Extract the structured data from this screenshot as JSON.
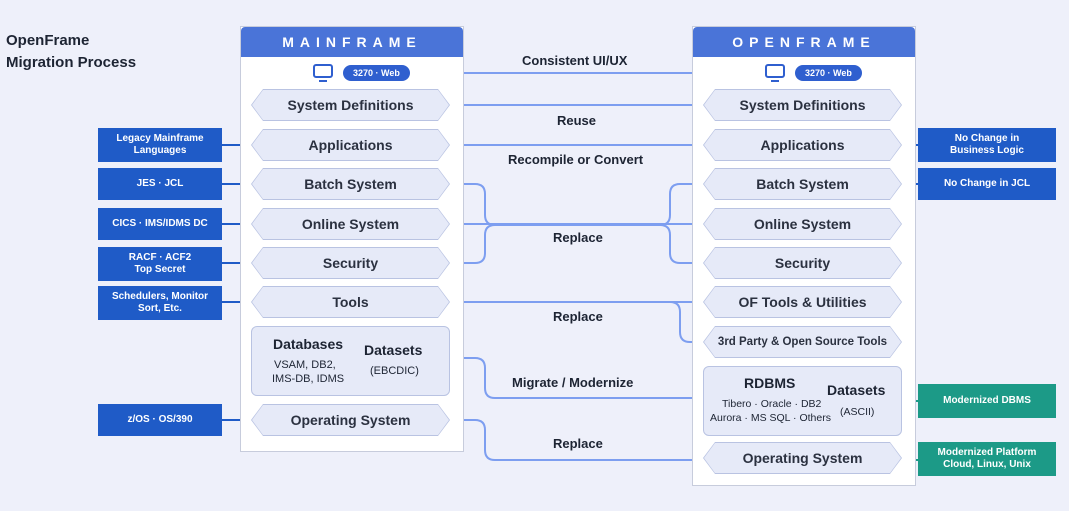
{
  "title": {
    "line1": "OpenFrame",
    "line2": "Migration Process"
  },
  "mainframe": {
    "header": "MAINFRAME",
    "web": "3270 · Web",
    "items": [
      "System Definitions",
      "Applications",
      "Batch System",
      "Online System",
      "Security",
      "Tools"
    ],
    "db": {
      "title": "Databases",
      "sub1": "VSAM, DB2,",
      "sub2": "IMS-DB, IDMS",
      "datasets": "Datasets",
      "enc": "(EBCDIC)"
    },
    "os": "Operating System"
  },
  "openframe": {
    "header": "OPENFRAME",
    "web": "3270 · Web",
    "items": [
      "System Definitions",
      "Applications",
      "Batch System",
      "Online System",
      "Security",
      "OF Tools & Utilities",
      "3rd Party & Open Source Tools"
    ],
    "db": {
      "title": "RDBMS",
      "sub1": "Tibero · Oracle · DB2",
      "sub2": "Aurora · MS SQL · Others",
      "datasets": "Datasets",
      "enc": "(ASCII)"
    },
    "os": "Operating System"
  },
  "left_tags": [
    "Legacy Mainframe Languages",
    "JES · JCL",
    "CICS · IMS/IDMS DC",
    "RACF · ACF2 Top Secret",
    "Schedulers, Monitor Sort, Etc.",
    "z/OS · OS/390"
  ],
  "right_tags": [
    "No Change in Business Logic",
    "No Change in JCL",
    "Modernized DBMS",
    "Modernized Platform Cloud, Linux, Unix"
  ],
  "connections": [
    "Consistent UI/UX",
    "Reuse",
    "Recompile or Convert",
    "Replace",
    "Replace",
    "Migrate / Modernize",
    "Replace"
  ],
  "colors": {
    "header": "#4a74d8",
    "tag_blue": "#1f5bc7",
    "tag_green": "#1c9a87",
    "line": "#7d9ef0"
  }
}
